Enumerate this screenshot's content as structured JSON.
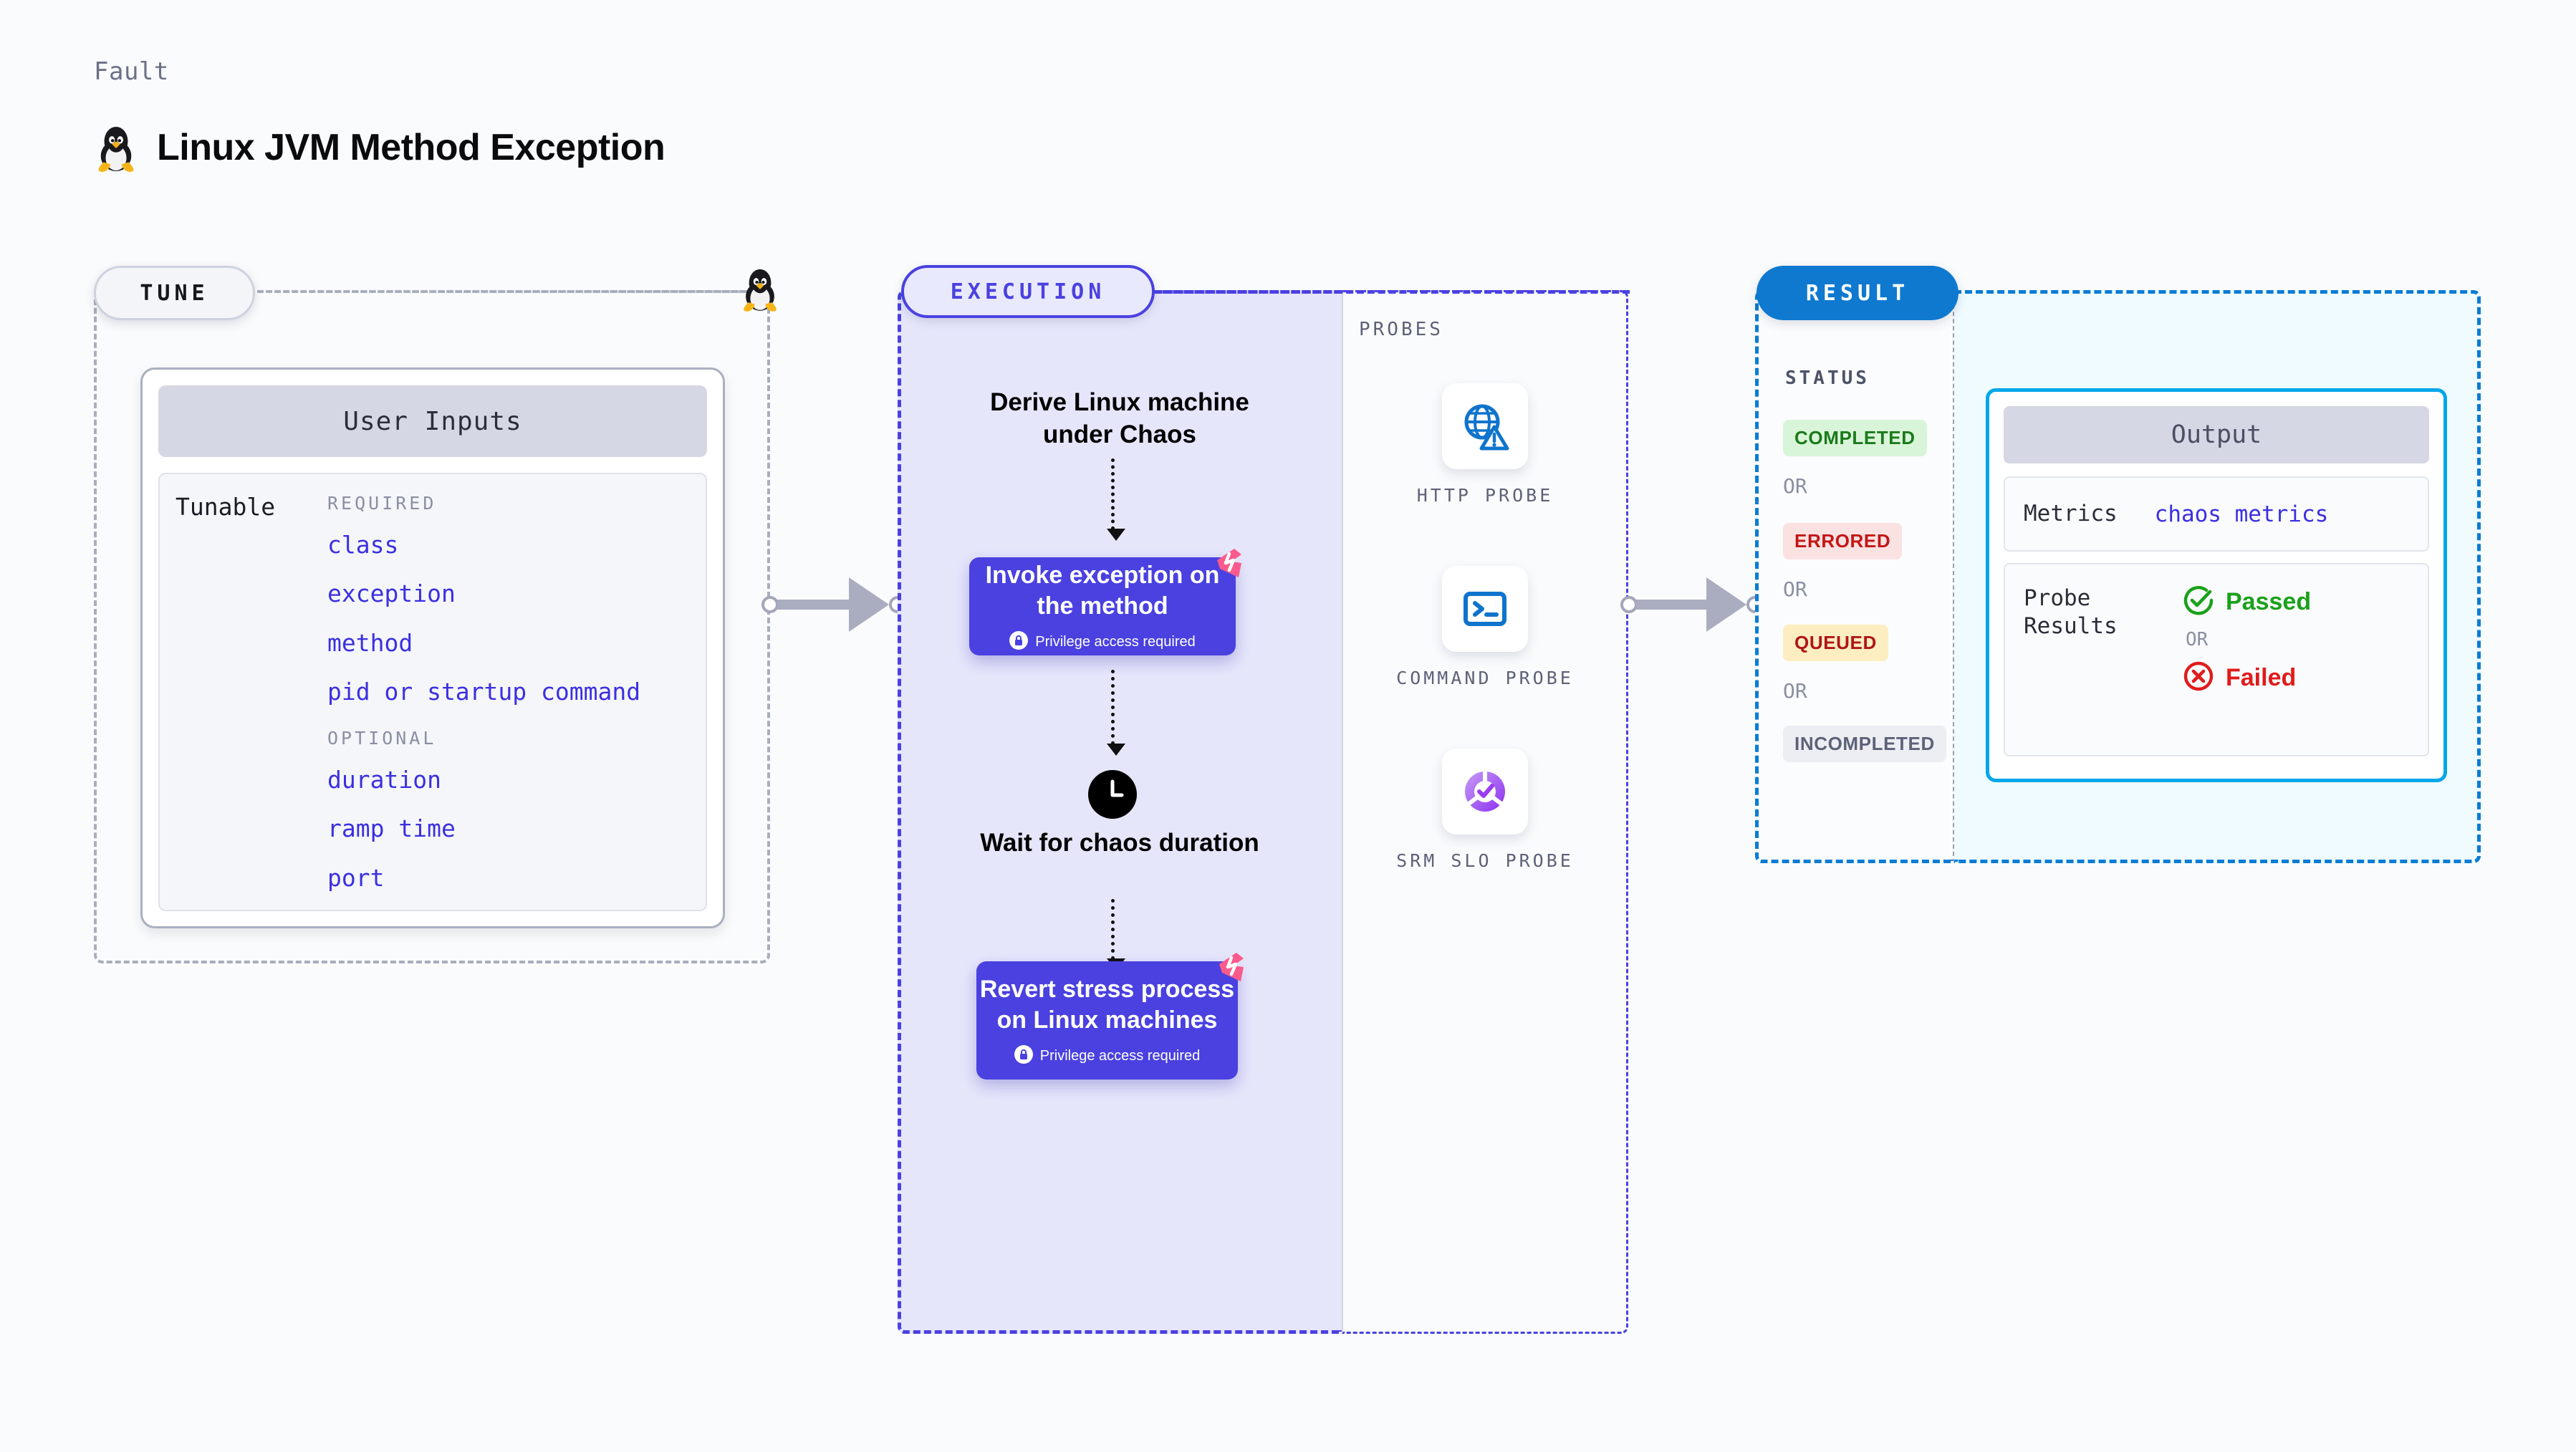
{
  "header": {
    "eyebrow": "Fault",
    "title": "Linux JVM Method Exception",
    "icon": "tux-penguin-icon"
  },
  "tune": {
    "pill_label": "TUNE",
    "card_title": "User Inputs",
    "tunable_label": "Tunable",
    "groups": [
      {
        "heading": "REQUIRED",
        "items": [
          "class",
          "exception",
          "method",
          "pid or startup command"
        ]
      },
      {
        "heading": "OPTIONAL",
        "items": [
          "duration",
          "ramp time",
          "port"
        ]
      }
    ],
    "accent_color": "#3b2fe0"
  },
  "execution": {
    "pill_label": "EXECUTION",
    "panel_color": "#e6e6fb",
    "border_color": "#4a41e0",
    "steps": [
      {
        "kind": "text",
        "label": "Derive Linux machine under Chaos"
      },
      {
        "kind": "card",
        "label": "Invoke exception on the method",
        "note": "Privilege access required",
        "badge": "harness-logo-icon"
      },
      {
        "kind": "text",
        "label": "Wait for chaos duration",
        "icon": "clock-icon"
      },
      {
        "kind": "card",
        "label": "Revert stress process on Linux machines",
        "note": "Privilege access required",
        "badge": "harness-logo-icon"
      }
    ]
  },
  "probes": {
    "title": "PROBES",
    "items": [
      {
        "label": "HTTP PROBE",
        "icon": "globe-warning-icon"
      },
      {
        "label": "COMMAND PROBE",
        "icon": "terminal-icon"
      },
      {
        "label": "SRM SLO PROBE",
        "icon": "slo-donut-check-icon"
      }
    ]
  },
  "result": {
    "pill_label": "RESULT",
    "status_title": "STATUS",
    "or_label": "OR",
    "statuses": [
      {
        "label": "COMPLETED",
        "color": "#1b7a1b",
        "bg": "#d9f5d9"
      },
      {
        "label": "ERRORED",
        "color": "#c31616",
        "bg": "#fbe2e2"
      },
      {
        "label": "QUEUED",
        "color": "#b01616",
        "bg": "#fdeec2"
      },
      {
        "label": "INCOMPLETED",
        "color": "#5d6277",
        "bg": "#eceef4"
      }
    ],
    "output": {
      "title": "Output",
      "metrics_key": "Metrics",
      "metrics_value": "chaos metrics",
      "probe_results_key": "Probe Results",
      "passed_label": "Passed",
      "failed_label": "Failed",
      "passed_color": "#1aa11a",
      "failed_color": "#e01b1b"
    }
  }
}
